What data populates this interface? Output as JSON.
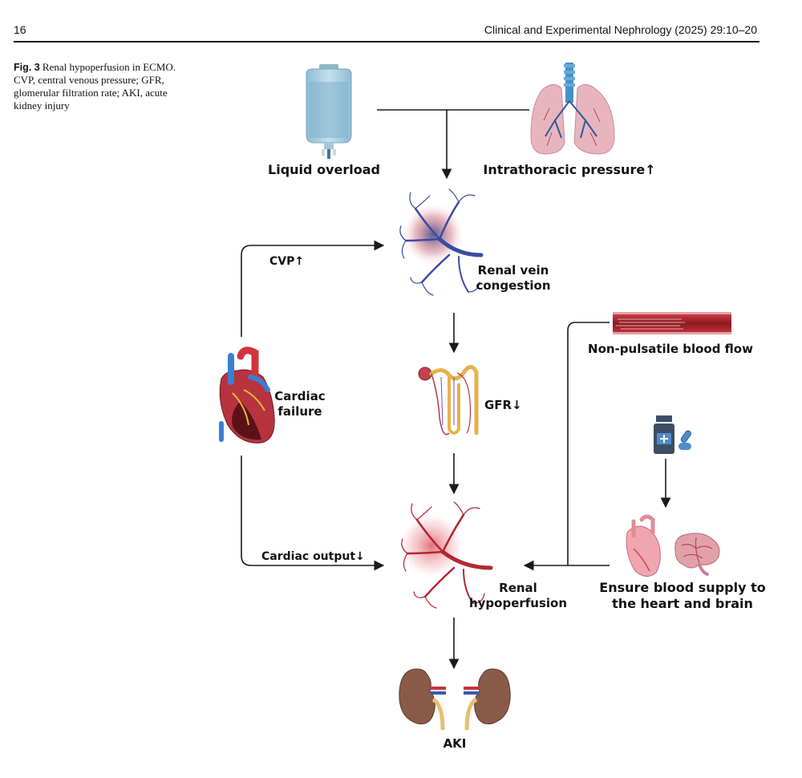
{
  "header": {
    "page_number": "16",
    "journal": "Clinical and Experimental Nephrology (2025) 29:10–20"
  },
  "caption": {
    "label": "Fig. 3",
    "text": "Renal hypoperfusion in ECMO. CVP, central venous pressure; GFR, glomerular filtration rate; AKI, acute kidney injury"
  },
  "diagram": {
    "liquid_overload": "Liquid overload",
    "intrathoracic_pressure": "Intrathoracic pressure↑",
    "cvp": "CVP↑",
    "renal_vein_line1": "Renal vein",
    "renal_vein_line2": "congestion",
    "cardiac_line1": "Cardiac",
    "cardiac_line2": "failure",
    "gfr": "GFR↓",
    "cardiac_output": "Cardiac output↓",
    "non_pulsatile": "Non-pulsatile blood flow",
    "ensure_line1": "Ensure blood supply to",
    "ensure_line2": "the heart and brain",
    "renal_hypo_line1": "Renal",
    "renal_hypo_line2": "hypoperfusion",
    "aki": "AKI"
  },
  "colors": {
    "line": "#1a1a1a",
    "kidney_red": "#c0394b",
    "vein_blue": "#3b4aa0",
    "bag_blue": "#a9cde0",
    "lung_pink": "#e9b7c0",
    "kidney_brown": "#8a5a48"
  }
}
